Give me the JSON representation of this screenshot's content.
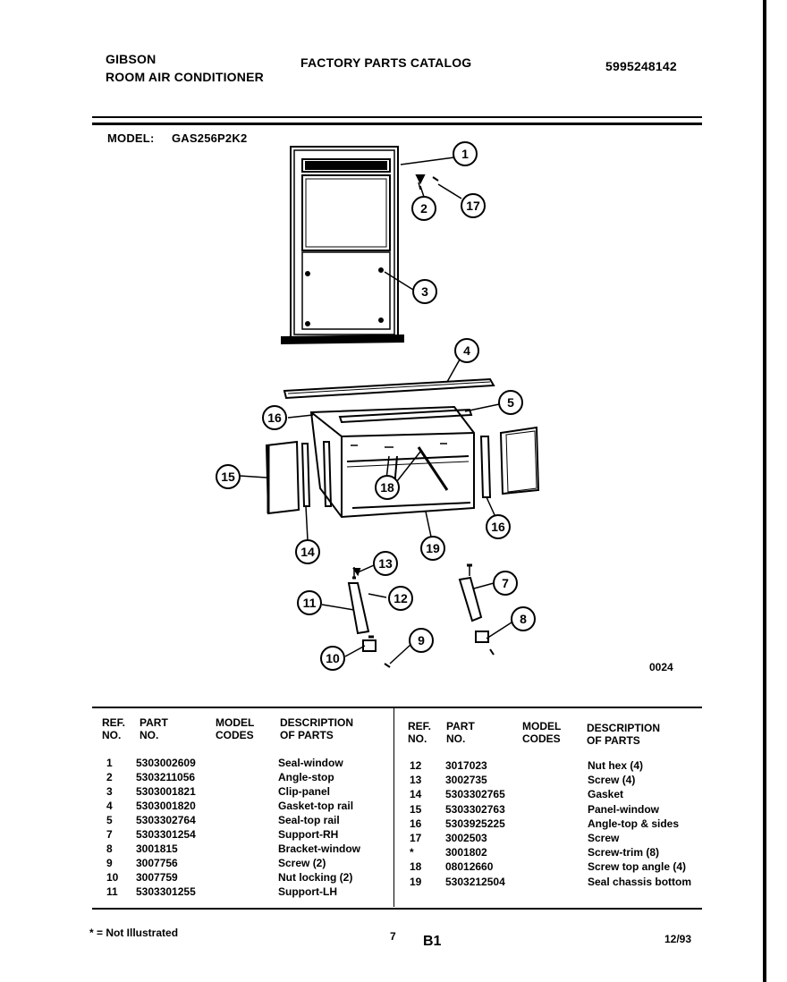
{
  "header": {
    "brand": "GIBSON",
    "product": "ROOM AIR CONDITIONER",
    "catalog_title": "FACTORY PARTS CATALOG",
    "catalog_number": "5995248142"
  },
  "model": {
    "label": "MODEL:",
    "value": "GAS256P2K2"
  },
  "diagram": {
    "code": "0024",
    "callouts": [
      "1",
      "17",
      "2",
      "3",
      "4",
      "5",
      "16",
      "15",
      "18",
      "16",
      "14",
      "19",
      "13",
      "7",
      "11",
      "12",
      "8",
      "10",
      "9"
    ]
  },
  "table": {
    "headers": {
      "ref": [
        "REF.",
        "NO."
      ],
      "part": [
        "PART",
        "NO."
      ],
      "model": [
        "MODEL",
        "CODES"
      ],
      "desc": [
        "DESCRIPTION",
        "OF PARTS"
      ]
    },
    "left": [
      {
        "ref": "1",
        "part": "5303002609",
        "desc": "Seal-window"
      },
      {
        "ref": "2",
        "part": "5303211056",
        "desc": "Angle-stop"
      },
      {
        "ref": "3",
        "part": "5303001821",
        "desc": "Clip-panel"
      },
      {
        "ref": "4",
        "part": "5303001820",
        "desc": "Gasket-top rail"
      },
      {
        "ref": "5",
        "part": "5303302764",
        "desc": "Seal-top rail"
      },
      {
        "ref": "7",
        "part": "5303301254",
        "desc": "Support-RH"
      },
      {
        "ref": "8",
        "part": "3001815",
        "desc": "Bracket-window"
      },
      {
        "ref": "9",
        "part": "3007756",
        "desc": "Screw (2)"
      },
      {
        "ref": "10",
        "part": "3007759",
        "desc": "Nut locking (2)"
      },
      {
        "ref": "11",
        "part": "5303301255",
        "desc": "Support-LH"
      }
    ],
    "right": [
      {
        "ref": "12",
        "part": "3017023",
        "desc": "Nut hex (4)"
      },
      {
        "ref": "13",
        "part": "3002735",
        "desc": "Screw (4)"
      },
      {
        "ref": "14",
        "part": "5303302765",
        "desc": "Gasket"
      },
      {
        "ref": "15",
        "part": "5303302763",
        "desc": "Panel-window"
      },
      {
        "ref": "16",
        "part": "5303925225",
        "desc": "Angle-top & sides"
      },
      {
        "ref": "17",
        "part": "3002503",
        "desc": "Screw"
      },
      {
        "ref": "*",
        "part": "3001802",
        "desc": "Screw-trim (8)"
      },
      {
        "ref": "18",
        "part": "08012660",
        "desc": "Screw top angle (4)"
      },
      {
        "ref": "19",
        "part": "5303212504",
        "desc": "Seal chassis bottom"
      }
    ]
  },
  "footer": {
    "note": "* = Not Illustrated",
    "page": "7",
    "section": "B1",
    "date": "12/93"
  }
}
